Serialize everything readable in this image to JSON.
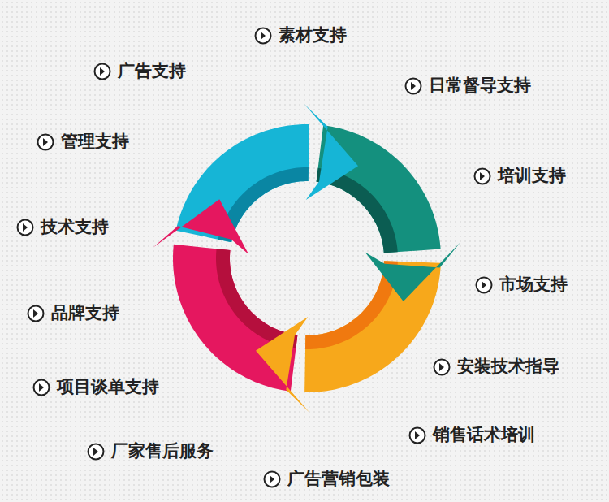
{
  "diagram": {
    "labels": [
      "素材支持",
      "广告支持",
      "日常督导支持",
      "管理支持",
      "培训支持",
      "技术支持",
      "市场支持",
      "品牌支持",
      "安装技术指导",
      "项目谈单支持",
      "销售话术培训",
      "厂家售后服务",
      "广告营销包装"
    ]
  }
}
